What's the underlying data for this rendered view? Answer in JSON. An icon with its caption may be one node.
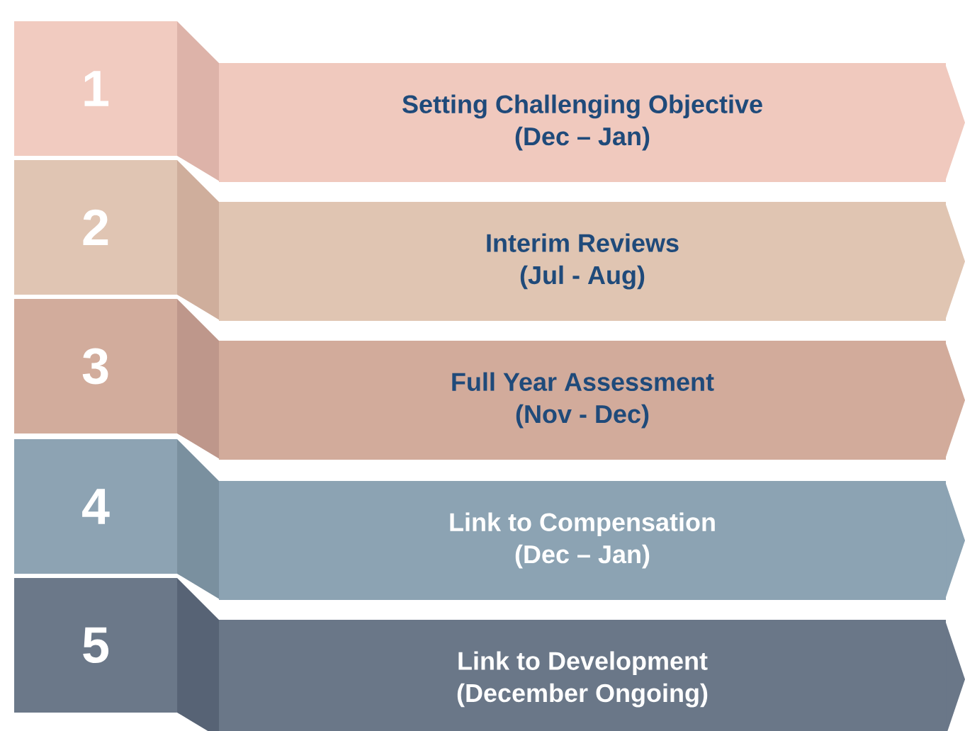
{
  "diagram": {
    "nodes": [
      {
        "text": [
          "1"
        ]
      },
      {
        "text": [
          "Setting Challenging Objective",
          "(Dec – Jan)"
        ]
      },
      {
        "text": [
          "2"
        ]
      },
      {
        "text": [
          "Interim Reviews",
          "(Jul - Aug)"
        ]
      },
      {
        "text": [
          "3"
        ]
      },
      {
        "text": [
          "Full Year Assessment",
          "(Nov - Dec)"
        ]
      },
      {
        "text": [
          "4"
        ]
      },
      {
        "text": [
          "Link to Compensation",
          "(Dec – Jan)"
        ]
      },
      {
        "text": [
          "5"
        ]
      },
      {
        "text": [
          "Link to Development",
          "(December Ongoing)"
        ]
      }
    ]
  }
}
